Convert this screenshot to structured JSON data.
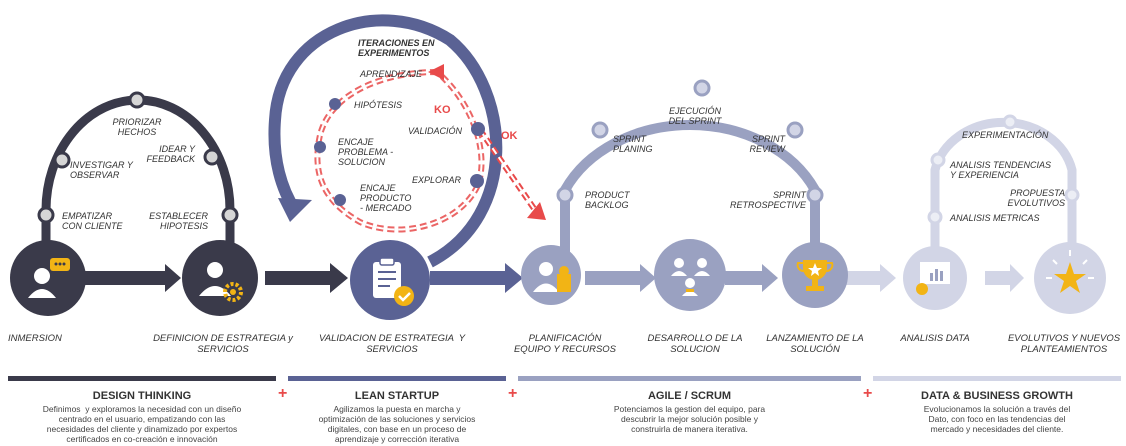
{
  "colors": {
    "dark": "#3a3a4a",
    "navy": "#5a6294",
    "steel": "#9aa1c1",
    "light": "#d2d5e6",
    "red": "#e84a4a",
    "gold": "#f2b415"
  },
  "design_thinking": {
    "stages": [
      "INMERSION",
      "DEFINICION DE ESTRATEGIA y\nSERVICIOS"
    ],
    "steps": [
      "EMPATIZAR\nCON CLIENTE",
      "INVESTIGAR Y\nOBSERVAR",
      "PRIORIZAR\nHECHOS",
      "IDEAR Y\nFEEDBACK",
      "ESTABLECER\nHIPOTESIS"
    ],
    "title": "DESIGN THINKING",
    "description": "Definimos  y exploramos la necesidad con un diseño\ncentrado en el usuario, empatizando con las\nnecesidades del cliente y dinamizado por expertos\ncertificados en co-creación e innovación"
  },
  "lean_startup": {
    "stage": "VALIDACION DE ESTRATEGIA  Y\nSERVICIOS",
    "loop_title": "ITERACIONES EN\nEXPERIMENTOS",
    "steps": [
      "APRENDIZAJE",
      "HIPÓTESIS",
      "ENCAJE\nPROBLEMA -\nSOLUCION",
      "ENCAJE\nPRODUCTO\n- MERCADO",
      "VALIDACIÓN",
      "EXPLORAR"
    ],
    "ko": "KO",
    "ok": "OK",
    "title": "LEAN STARTUP",
    "description": "Agilizamos la puesta en marcha y\noptimización de las soluciones y servicios\ndigitales, con base en un proceso de\naprendizaje y corrección iterativa"
  },
  "agile": {
    "stages": [
      "PLANIFICACIÓN\nEQUIPO Y RECURSOS",
      "DESARROLLO DE LA\nSOLUCION",
      "LANZAMIENTO DE LA\nSOLUCIÓN"
    ],
    "steps": [
      "PRODUCT\nBACKLOG",
      "SPRINT\nPLANING",
      "EJECUCIÓN\nDEL SPRINT",
      "SPRINT\nREVIEW",
      "SPRINT\nRETROSPECTIVE"
    ],
    "title": "AGILE / SCRUM",
    "description": "Potenciamos la gestion del equipo, para\ndescubrir la mejor solución posible y\nconstruirla de manera iterativa."
  },
  "data": {
    "stages": [
      "ANALISIS DATA",
      "EVOLUTIVOS Y NUEVOS\nPLANTEAMIENTOS"
    ],
    "steps": [
      "ANALISIS METRICAS",
      "ANALISIS TENDENCIAS\nY EXPERIENCIA",
      "EXPERIMENTACIÓN",
      "PROPUESTA\nEVOLUTIVOS"
    ],
    "title": "DATA & BUSINESS GROWTH",
    "description": "Evolucionamos la solución a través del\nDato, con foco en las tendencias del\nmercado y necesidades del cliente."
  },
  "plus_sign": "+"
}
